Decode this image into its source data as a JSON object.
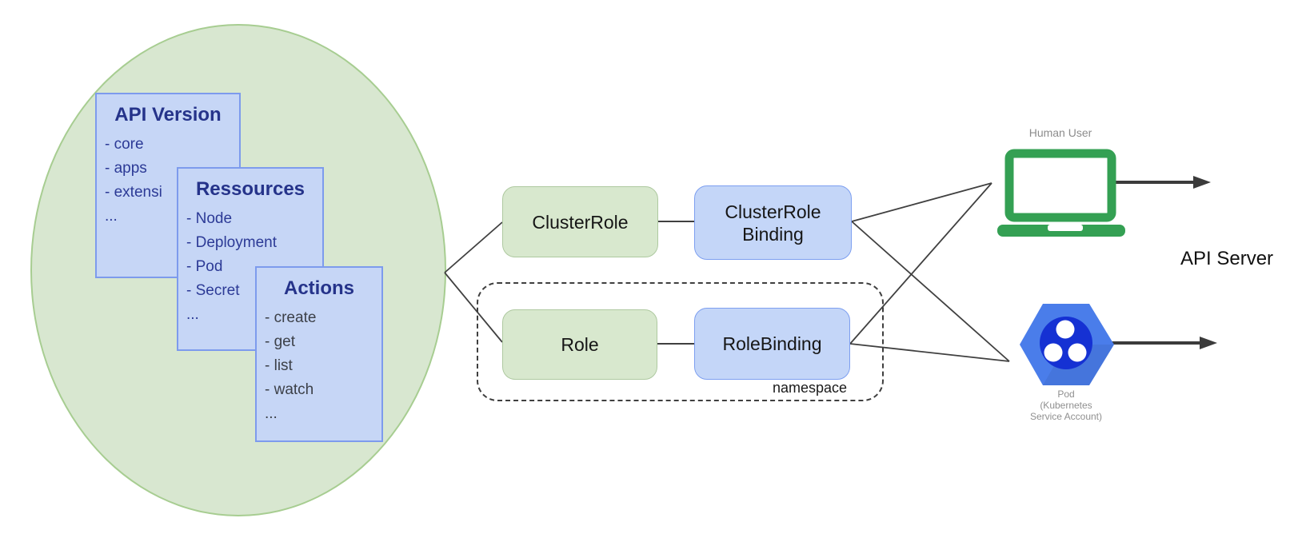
{
  "cluster_scope": {
    "cards": [
      {
        "title": "API Version",
        "items": [
          "- core",
          "- apps",
          "- extensi",
          "..."
        ]
      },
      {
        "title": "Ressources",
        "items": [
          "- Node",
          "- Deployment",
          "- Pod",
          "- Secret",
          "..."
        ]
      },
      {
        "title": "Actions",
        "items": [
          "- create",
          "- get",
          "- list",
          "- watch",
          "..."
        ]
      }
    ]
  },
  "rbac": {
    "cluster_role": "ClusterRole",
    "cluster_role_binding_line1": "ClusterRole",
    "cluster_role_binding_line2": "Binding",
    "role": "Role",
    "role_binding": "RoleBinding",
    "namespace_label": "namespace"
  },
  "actors": {
    "human_user": {
      "label": "Human User"
    },
    "pod": {
      "label_line1": "Pod",
      "label_line2": "(Kubernetes",
      "label_line3": "Service Account)"
    }
  },
  "api_server": {
    "label": "API Server"
  },
  "icons": [
    "laptop-icon",
    "pod-hexagon-icon",
    "arrow-right-icon"
  ],
  "colors": {
    "ellipse_fill": "#d8e7d0",
    "ellipse_border": "#a7cd91",
    "card_fill": "#c6d6f6",
    "card_border": "#7d9bed",
    "card_title_text": "#25338a",
    "card_item_text": "#2c3a96",
    "actions_item_text": "#3c4048",
    "green_box_fill": "#d8e8ce",
    "green_box_border": "#aec9a0",
    "blue_box_fill": "#c4d6f8",
    "blue_box_border": "#7d9ff0",
    "connector_line": "#404040",
    "laptop_green": "#34a053",
    "pod_hexagon_blue": "#4a7dea",
    "pod_inner_circle_blue": "#1531d3",
    "muted_label_gray": "#8c8c8c"
  }
}
